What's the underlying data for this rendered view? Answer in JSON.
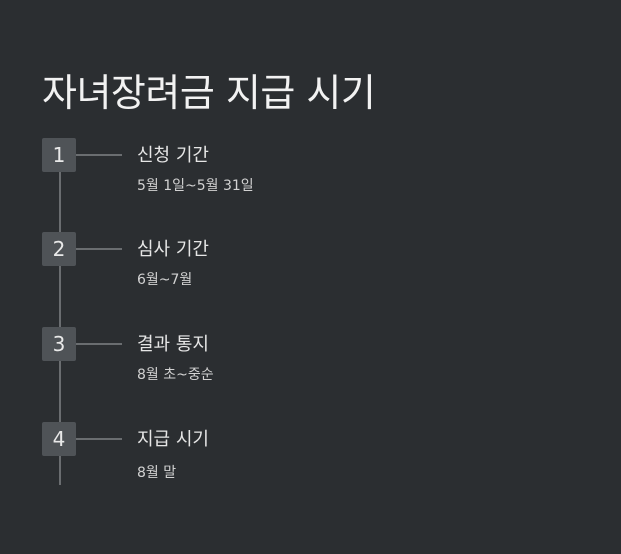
{
  "title": "자녀장려금 지급 시기",
  "steps": [
    {
      "number": "1",
      "label": "신청 기간",
      "period": "5월 1일~5월 31일"
    },
    {
      "number": "2",
      "label": "심사 기간",
      "period": "6월~7월"
    },
    {
      "number": "3",
      "label": "결과 통지",
      "period": "8월 초~중순"
    },
    {
      "number": "4",
      "label": "지급 시기",
      "period": "8월 말"
    }
  ]
}
